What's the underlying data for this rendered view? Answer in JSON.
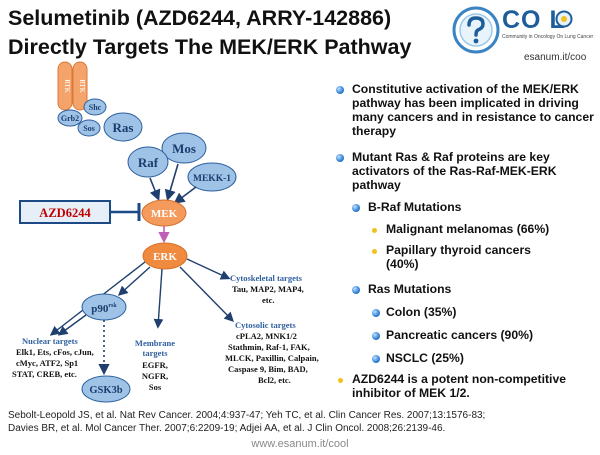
{
  "title": {
    "line1": "Selumetinib (AZD6244, ARRY-142886)",
    "line2": "Directly Targets The MEK/ERK Pathway"
  },
  "logo": {
    "word": "CO  L",
    "tagline": "Community in Oncology On Lung Cancer",
    "url": "esanum.it/coo",
    "icon": "question-circle-icon"
  },
  "diagram": {
    "receptor_labels": [
      "RTK",
      "RTK"
    ],
    "nodes": {
      "shc": "Shc",
      "grb2": "Grb2",
      "sos": "Sos",
      "ras": "Ras",
      "mos": "Mos",
      "raf": "Raf",
      "mekk1": "MEKK-1",
      "mek": "MEK",
      "erk": "ERK",
      "p90": "p90",
      "p90_sup": "rsk",
      "gsk3b": "GSK3b"
    },
    "drug_label": "AZD6244",
    "cytoskeletal": {
      "heading": "Cytoskeletal targets",
      "lines": [
        "Tau, MAP2, MAP4,",
        "etc."
      ]
    },
    "nuclear": {
      "heading": "Nuclear targets",
      "lines": [
        "Elk1, Ets, cFos, cJun,",
        "cMyc, ATF2, Sp1",
        "STAT, CREB, etc."
      ]
    },
    "membrane": {
      "heading_lines": [
        "Membrane",
        "targets"
      ],
      "lines": [
        "EGFR,",
        "NGFR,",
        "Sos"
      ]
    },
    "cytosolic": {
      "heading": "Cytosolic targets",
      "lines": [
        "cPLA2, MNK1/2",
        "Stathmin, Raf-1, FAK,",
        "MLCK, Paxillin, Calpain,",
        "Caspase 9, Bim, BAD,",
        "Bcl2, etc."
      ]
    },
    "colors": {
      "node_fill": "#9ec3e6",
      "node_stroke": "#2e5f9e",
      "mek_fill": "#f39a5c",
      "erk_fill": "#f08a3e",
      "receptor": "#f4a46a",
      "drug_border": "#1b4a86",
      "drug_text": "#c00000"
    }
  },
  "bullets": [
    {
      "text": "Constitutive activation of the MEK/ERK pathway has been implicated in driving many cancers and in resistance to cancer therapy",
      "level": 1
    },
    {
      "text": "Mutant Ras & Raf proteins are key activators of the Ras-Raf-MEK-ERK pathway",
      "level": 1
    },
    {
      "text": "B-Raf Mutations",
      "level": 2
    },
    {
      "text": "Malignant melanomas (66%)",
      "level": 3
    },
    {
      "text": "Papillary thyroid cancers (40%)",
      "level": 3
    },
    {
      "text": "Ras Mutations",
      "level": 2
    },
    {
      "text": "Colon (35%)",
      "level": 3
    },
    {
      "text": "Pancreatic cancers (90%)",
      "level": 3
    },
    {
      "text": "NSCLC (25%)",
      "level": 3
    },
    {
      "text": "AZD6244 is a potent non-competitive inhibitor of MEK 1/2.",
      "level": 4
    }
  ],
  "references": [
    "Sebolt-Leopold JS, et al. Nat Rev Cancer. 2004;4:937-47; Yeh TC, et al. Clin Cancer Res. 2007;13:1576-83;",
    "Davies BR, et al. Mol Cancer Ther. 2007;6:2209-19; Adjei AA, et al. J Clin Oncol. 2008;26:2139-46."
  ],
  "footer_url": "www.esanum.it/cool"
}
